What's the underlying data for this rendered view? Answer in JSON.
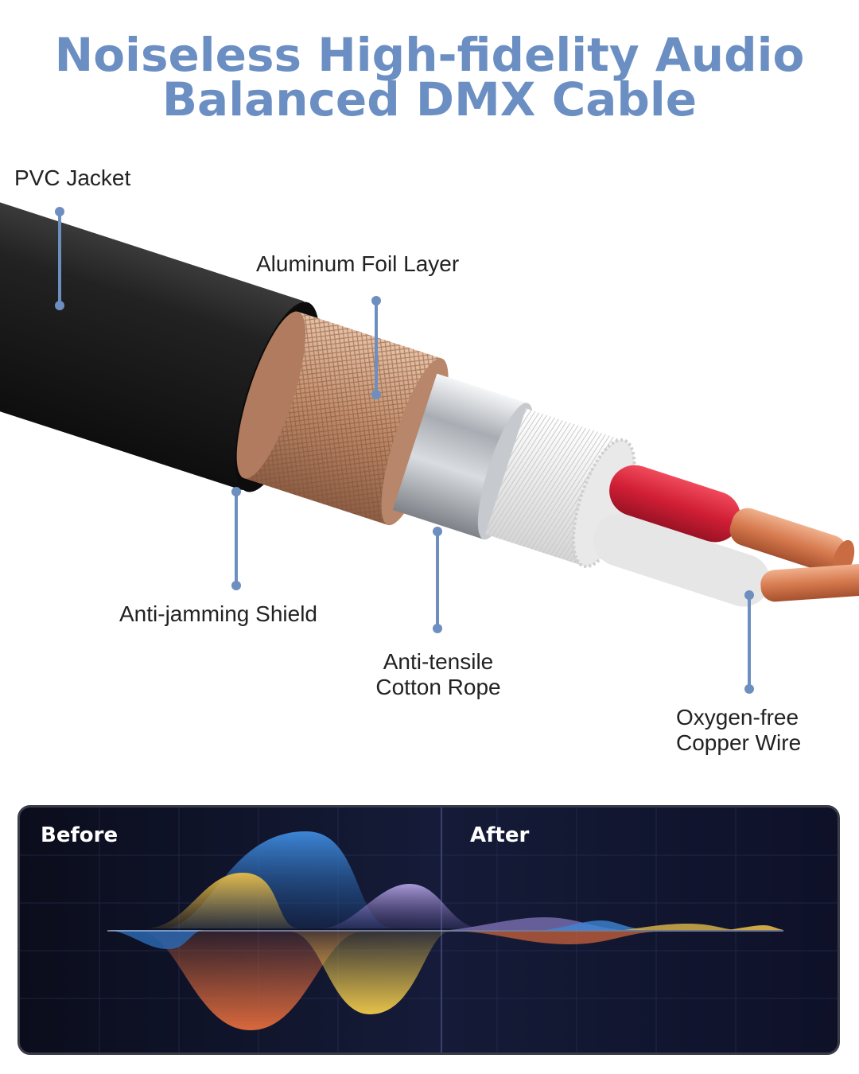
{
  "title": {
    "line1": "Noiseless High-fidelity Audio",
    "line2": "Balanced DMX Cable"
  },
  "labels": {
    "pvc_jacket": "PVC Jacket",
    "aluminum_foil": "Aluminum Foil Layer",
    "anti_jamming": "Anti-jamming Shield",
    "anti_tensile_line1": "Anti-tensile",
    "anti_tensile_line2": "Cotton Rope",
    "copper_line1": "Oxygen-free",
    "copper_line2": "Copper Wire"
  },
  "comparison": {
    "before": "Before",
    "after": "After"
  },
  "colors": {
    "title": "#6b8fc3",
    "leader": "#6d8fbf",
    "jacket": "#1c1c1c",
    "braid": "#c89878",
    "foil": "#b8bcc2",
    "cotton": "#f2f2f2",
    "red_insulation": "#d8233a",
    "copper": "#d9845a"
  }
}
